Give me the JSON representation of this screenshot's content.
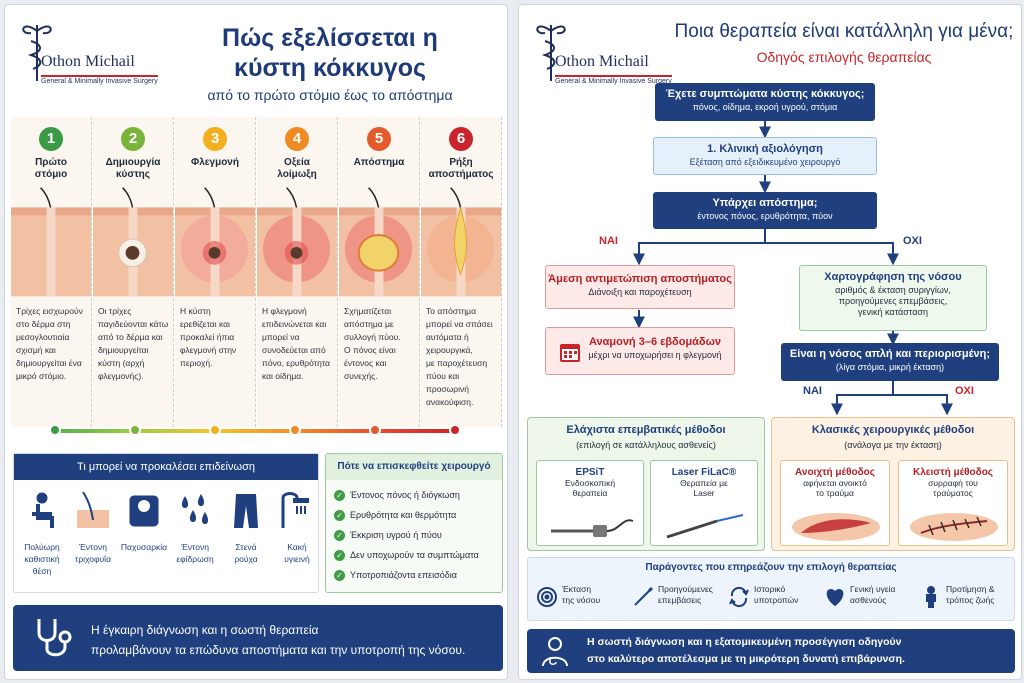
{
  "logo": {
    "name": "Othon Michail",
    "tagline": "General & Minimally Invasive Surgery"
  },
  "left": {
    "title_line1": "Πώς εξελίσσεται η",
    "title_line2": "κύστη κόκκυγος",
    "subtitle": "από το πρώτο στόμιο έως το απόστημα",
    "stages": [
      {
        "num": "1",
        "name_l1": "Πρώτο",
        "name_l2": "στόμιο",
        "color": "#3a9a45",
        "desc": [
          "Τρίχες εισχωρούν",
          "στο δέρμα στη",
          "μεσογλουτιαία",
          "σχισμή και",
          "δημιουργείται ένα",
          "μικρό στόμιο."
        ]
      },
      {
        "num": "2",
        "name_l1": "Δημιουργία",
        "name_l2": "κύστης",
        "color": "#7ab43a",
        "desc": [
          "Οι τρίχες",
          "παγιδεύονται κάτω",
          "από το δέρμα και",
          "δημιουργείται",
          "κύστη (αρχή",
          "φλεγμονής)."
        ]
      },
      {
        "num": "3",
        "name_l1": "Φλεγμονή",
        "name_l2": "",
        "color": "#f2b01e",
        "desc": [
          "Η κύστη",
          "ερεθίζεται και",
          "προκαλεί ήπια",
          "φλεγμονή στην",
          "περιοχή."
        ]
      },
      {
        "num": "4",
        "name_l1": "Οξεία",
        "name_l2": "λοίμωξη",
        "color": "#f08a22",
        "desc": [
          "Η φλεγμονή",
          "επιδεινώνεται και",
          "μπορεί να",
          "συνοδεύεται από",
          "πόνο, ερυθρότητα",
          "και οίδημα."
        ]
      },
      {
        "num": "5",
        "name_l1": "Απόστημα",
        "name_l2": "",
        "color": "#e55a2b",
        "desc": [
          "Σχηματίζεται",
          "απόστημα με",
          "συλλογή πύου.",
          "Ο πόνος είναι",
          "έντονος και",
          "συνεχής."
        ]
      },
      {
        "num": "6",
        "name_l1": "Ρήξη",
        "name_l2": "αποστήματος",
        "color": "#c7242b",
        "desc": [
          "Το απόστημα",
          "μπορεί να σπάσει",
          "αυτόματα ή",
          "χειρουργικά,",
          "με παροχέτευση",
          "πύου και",
          "προσωρινή",
          "ανακούφιση."
        ]
      }
    ],
    "causes": {
      "title": "Τι μπορεί να προκαλέσει επιδείνωση",
      "items": [
        {
          "icon": "sitting-person-icon",
          "l1": "Πολύωρη",
          "l2": "καθιστική",
          "l3": "θέση"
        },
        {
          "icon": "hair-follicle-icon",
          "l1": "Έντονη",
          "l2": "τριχοφυΐα",
          "l3": ""
        },
        {
          "icon": "scale-icon",
          "l1": "Παχυσαρκία",
          "l2": "",
          "l3": ""
        },
        {
          "icon": "sweat-drops-icon",
          "l1": "Έντονη",
          "l2": "εφίδρωση",
          "l3": ""
        },
        {
          "icon": "jeans-icon",
          "l1": "Στενά",
          "l2": "ρούχα",
          "l3": ""
        },
        {
          "icon": "shower-icon",
          "l1": "Κακή",
          "l2": "υγιεινή",
          "l3": ""
        }
      ]
    },
    "visit": {
      "title": "Πότε να επισκεφθείτε χειρουργό",
      "items": [
        "Έντονος πόνος ή διόγκωση",
        "Ερυθρότητα και θερμότητα",
        "Έκκριση υγρού ή πύου",
        "Δεν υποχωρούν τα συμπτώματα",
        "Υποτροπιάζοντα επεισόδια"
      ]
    },
    "banner": {
      "l1": "Η έγκαιρη διάγνωση και η σωστή θεραπεία",
      "l2": "προλαμβάνουν τα επώδυνα αποστήματα και την υποτροπή της νόσου."
    }
  },
  "right": {
    "title": "Ποια θεραπεία είναι κατάλληλη για μένα;",
    "subtitle": "Οδηγός επιλογής θεραπείας",
    "q1": {
      "title": "Έχετε συμπτώματα κύστης κόκκυγος;",
      "sub": "πόνος, οίδημα, εκροή υγρού, στόμια"
    },
    "eval": {
      "title": "1. Κλινική αξιολόγηση",
      "sub": "Εξέταση από εξειδικευμένο χειρουργό"
    },
    "q2": {
      "title": "Υπάρχει απόστημα;",
      "sub": "έντονος πόνος, ερυθρότητα, πύον"
    },
    "yes": "ΝΑΙ",
    "no": "ΟΧΙ",
    "abscess": {
      "title": "Άμεση αντιμετώπιση αποστήματος",
      "sub": "Διάνοιξη και παροχέτευση"
    },
    "wait": {
      "title": "Αναμονή 3–6 εβδομάδων",
      "sub": "μέχρι να υποχωρήσει η φλεγμονή"
    },
    "mapping": {
      "title": "Χαρτογράφηση της νόσου",
      "sub1": "αριθμός & έκταση συριγγίων,",
      "sub2": "προηγούμενες επεμβάσεις,",
      "sub3": "γενική κατάσταση"
    },
    "q3": {
      "title": "Είναι η νόσος απλή και περιορισμένη;",
      "sub": "(λίγα στόμια, μικρή έκταση)"
    },
    "minimal": {
      "title": "Ελάχιστα επεμβατικές μέθοδοι",
      "sub": "(επιλογή σε κατάλληλους ασθενείς)",
      "m1": {
        "title": "EPSiT",
        "l1": "Ενδοσκοπική",
        "l2": "θεραπεία"
      },
      "m2": {
        "title": "Laser FiLaC®",
        "l1": "Θεραπεία με",
        "l2": "Laser"
      }
    },
    "classic": {
      "title": "Κλασικές χειρουργικές μέθοδοι",
      "sub": "(ανάλογα με την έκταση)",
      "m1": {
        "title": "Ανοιχτή μέθοδος",
        "l1": "αφήνεται ανοικτό",
        "l2": "το τραύμα"
      },
      "m2": {
        "title": "Κλειστή μέθοδος",
        "l1": "συρραφή του",
        "l2": "τραύματος"
      }
    },
    "factors": {
      "title": "Παράγοντες που επηρεάζουν την επιλογή θεραπείας",
      "items": [
        {
          "icon": "target-icon",
          "l1": "Έκταση",
          "l2": "της νόσου"
        },
        {
          "icon": "scalpel-icon",
          "l1": "Προηγούμενες",
          "l2": "επεμβάσεις"
        },
        {
          "icon": "recurrence-icon",
          "l1": "Ιστορικό",
          "l2": "υποτροπών"
        },
        {
          "icon": "heart-health-icon",
          "l1": "Γενική υγεία",
          "l2": "ασθενούς"
        },
        {
          "icon": "person-icon",
          "l1": "Προτίμηση &",
          "l2": "τρόπος ζωής"
        }
      ]
    },
    "banner": {
      "l1": "Η σωστή διάγνωση και η εξατομικευμένη προσέγγιση οδηγούν",
      "l2": "στο καλύτερο αποτέλεσμα με τη μικρότερη δυνατή επιβάρυνση."
    }
  }
}
